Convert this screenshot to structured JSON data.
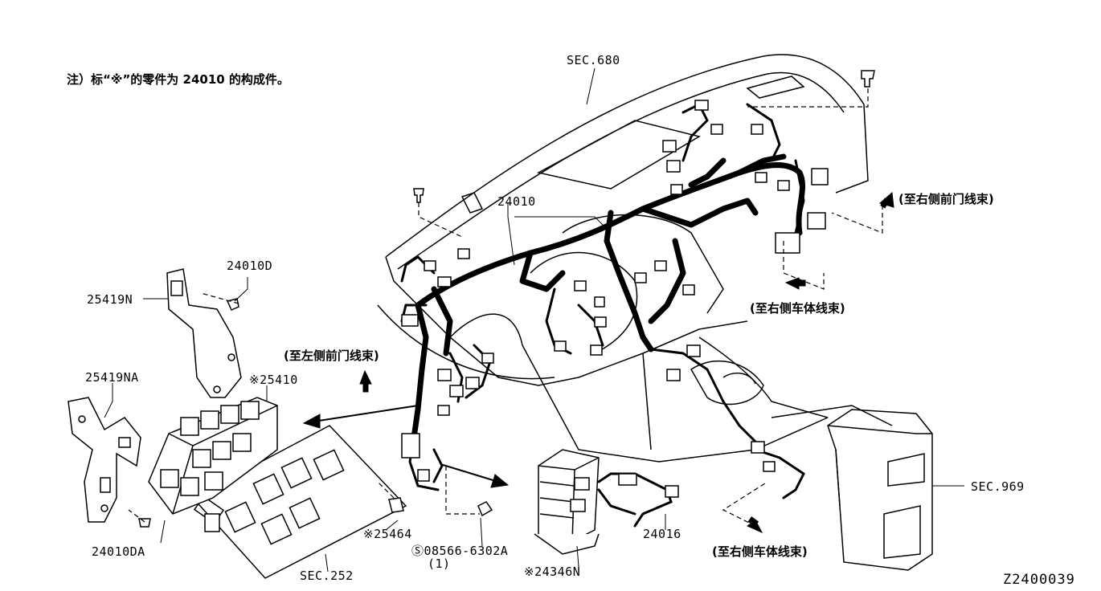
{
  "note": "注）标“※”的零件为 24010 的构成件。",
  "diagram_code": "Z2400039",
  "labels": {
    "sec680": "SEC.680",
    "sec969": "SEC.969",
    "sec252": "SEC.252",
    "p24010": "24010",
    "p24010D": "24010D",
    "p25419N": "25419N",
    "p25419NA": "25419NA",
    "p25410": "※25410",
    "p24010DA": "24010DA",
    "p25464": "※25464",
    "p08566": "Ⓢ08566-6302A",
    "p08566_qty": "(1)",
    "p24346N": "※24346N",
    "p24016": "24016",
    "to_left_front_door": "(至左侧前门线束)",
    "to_right_front_door": "(至右侧前门线束)",
    "to_right_body_1": "(至右侧车体线束)",
    "to_right_body_2": "(至右侧车体线束)"
  }
}
